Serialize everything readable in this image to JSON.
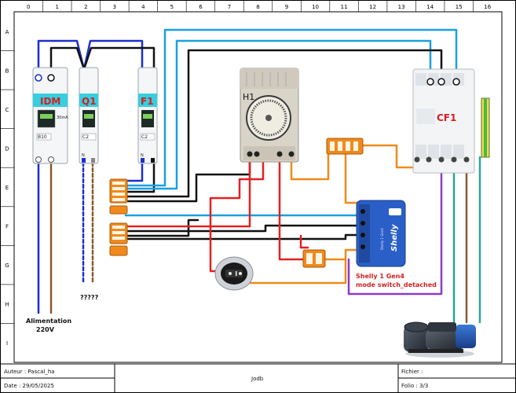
{
  "grid": {
    "columns": [
      "0",
      "1",
      "2",
      "3",
      "4",
      "5",
      "6",
      "7",
      "8",
      "9",
      "10",
      "11",
      "12",
      "13",
      "14",
      "15",
      "16"
    ],
    "rows": [
      "A",
      "B",
      "C",
      "D",
      "E",
      "F",
      "G",
      "H",
      "I"
    ]
  },
  "components": {
    "idm": {
      "label": "IDM",
      "rating": "30mA",
      "code": "B10"
    },
    "q1": {
      "label": "Q1",
      "code": "C2",
      "terminal": "N"
    },
    "f1": {
      "label": "F1",
      "code": "C2",
      "terminal": "N"
    },
    "h1": {
      "label": "H1"
    },
    "cf1": {
      "label": "CF1"
    },
    "shelly": {
      "brand": "Shelly",
      "model": "Shelly 1 Gen4"
    }
  },
  "annotations": {
    "unknown": "?????",
    "supply_line1": "Alimentation",
    "supply_line2": "220V",
    "shelly_line1": "Shelly 1  Gen4",
    "shelly_line2": "mode switch_detached"
  },
  "title_block": {
    "author": "Auteur : Pascal_ha",
    "date": "Date : 29/05/2025",
    "center": "Jodb",
    "file": "Fichier :",
    "folio": "Folio : 3/3"
  },
  "colors": {
    "blue": "#1aa0e0",
    "black": "#111111",
    "red": "#e52020",
    "orange": "#f08a1c",
    "purple": "#8a3cc8",
    "brown": "#8a5a2a",
    "teal": "#2aa59a",
    "darkblue": "#1a2fd0",
    "title_red": "#d42020",
    "header_cyan": "#35cfe0"
  }
}
